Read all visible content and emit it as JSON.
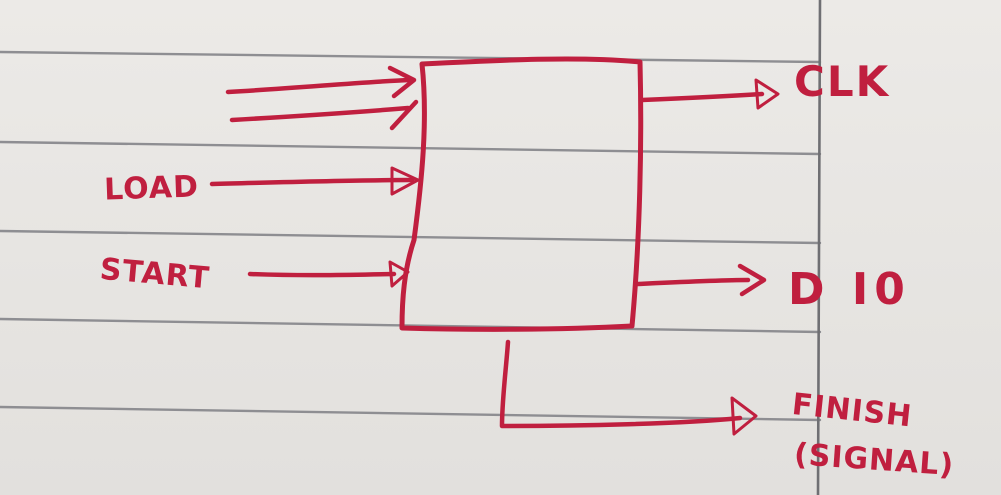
{
  "colors": {
    "ink": "#c01f3f",
    "rule_line": "#8e8e92",
    "margin_line": "#6f6f73",
    "paper": "#e9e7e4"
  },
  "inputs": {
    "load": "LOAD",
    "start": "START"
  },
  "outputs": {
    "clk": "CLK",
    "data": "D I0",
    "signal_name": "FINISH",
    "signal_note": "(SIGNAL)"
  }
}
